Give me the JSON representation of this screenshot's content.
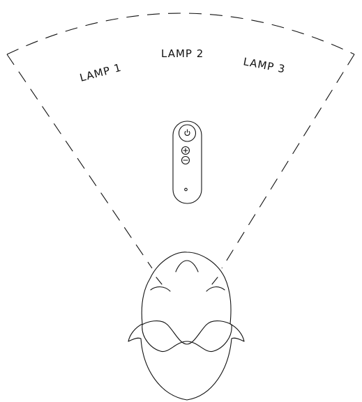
{
  "labels": {
    "lamp1": "LAMP 1",
    "lamp2": "LAMP 2",
    "lamp3": "LAMP 3"
  },
  "colors": {
    "line": "#111111",
    "background": "#ffffff"
  },
  "icons": {
    "power": "power-icon",
    "plus": "plus-icon",
    "minus": "minus-icon"
  }
}
